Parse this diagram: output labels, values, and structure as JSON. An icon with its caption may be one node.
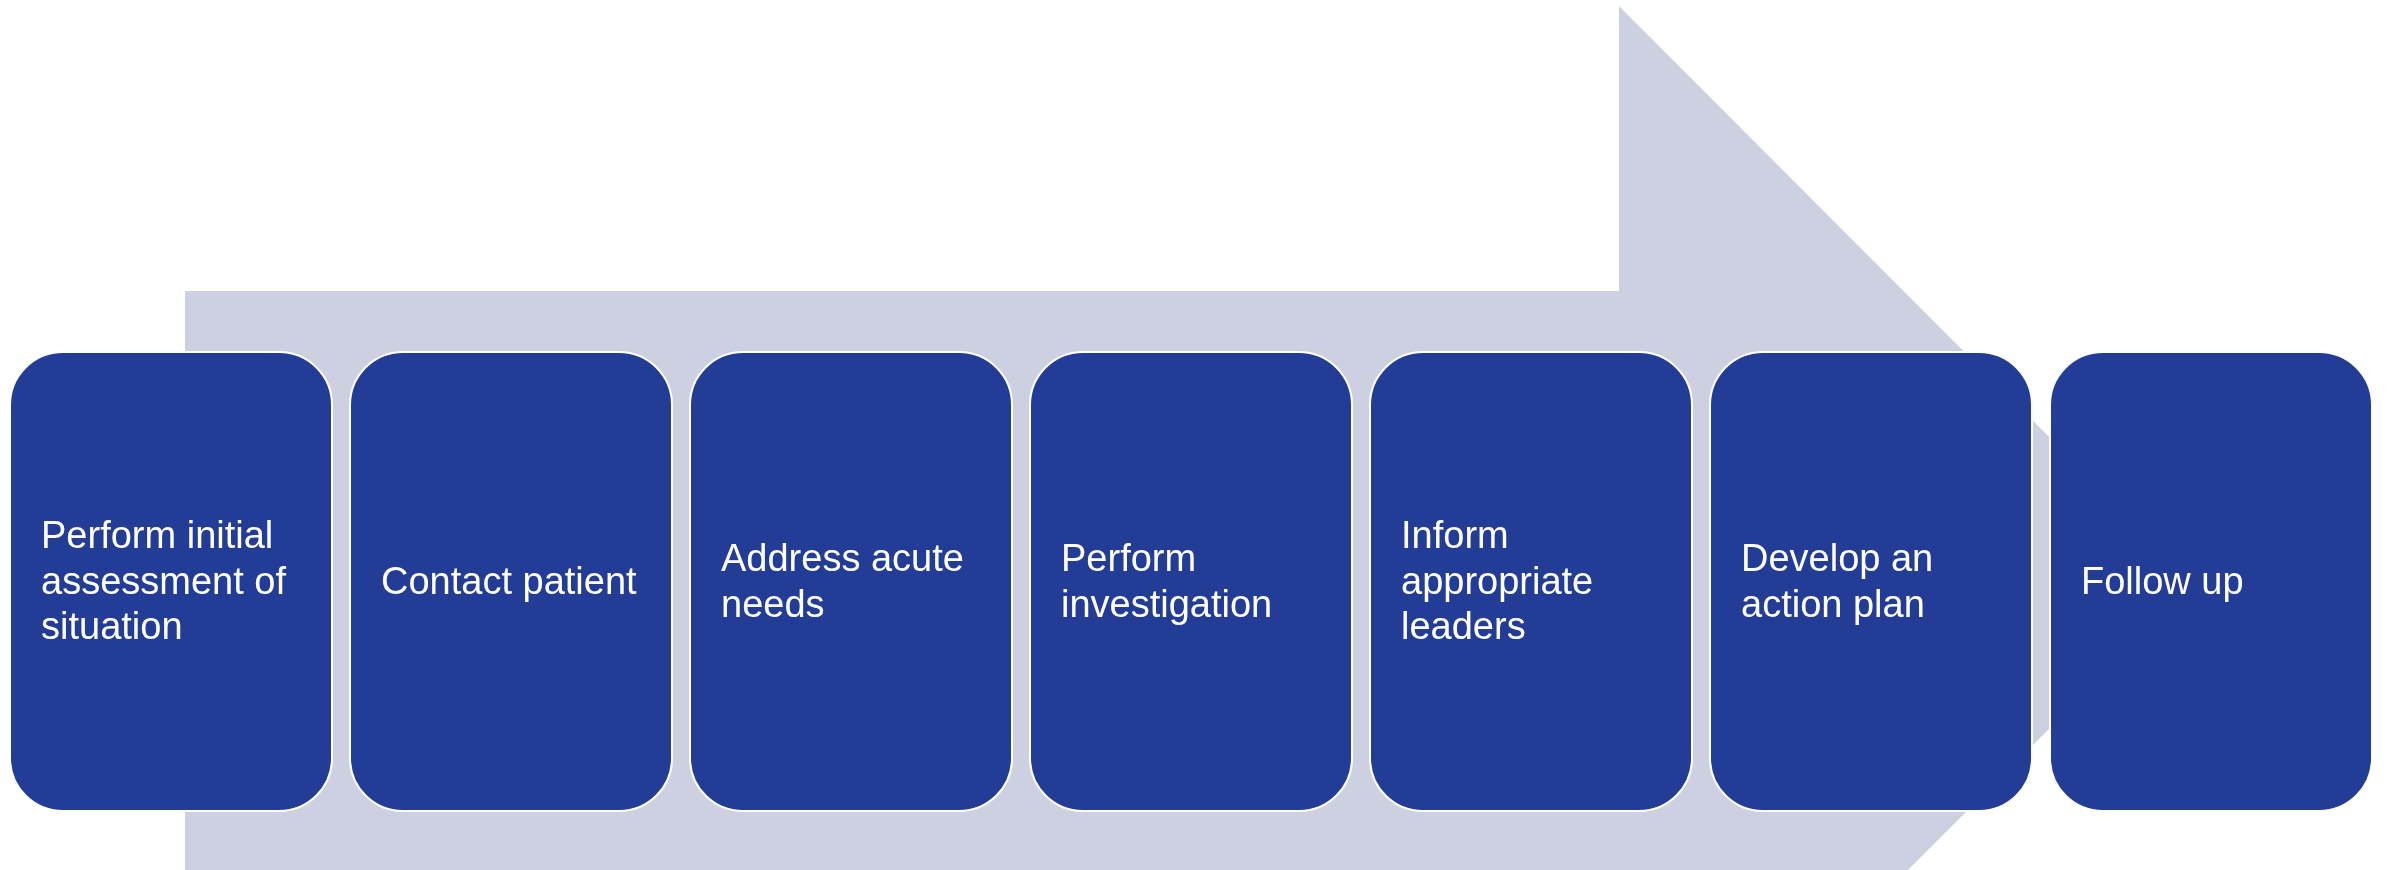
{
  "diagram": {
    "nodes": [
      {
        "text": [
          "Perform initial assessment of situation"
        ]
      },
      {
        "text": [
          "Contact patient"
        ]
      },
      {
        "text": [
          "Address acute needs"
        ]
      },
      {
        "text": [
          "Perform investigation"
        ]
      },
      {
        "text": [
          "Inform appropriate leaders"
        ]
      },
      {
        "text": [
          "Develop an action plan"
        ]
      },
      {
        "text": [
          "Follow up"
        ]
      }
    ]
  }
}
